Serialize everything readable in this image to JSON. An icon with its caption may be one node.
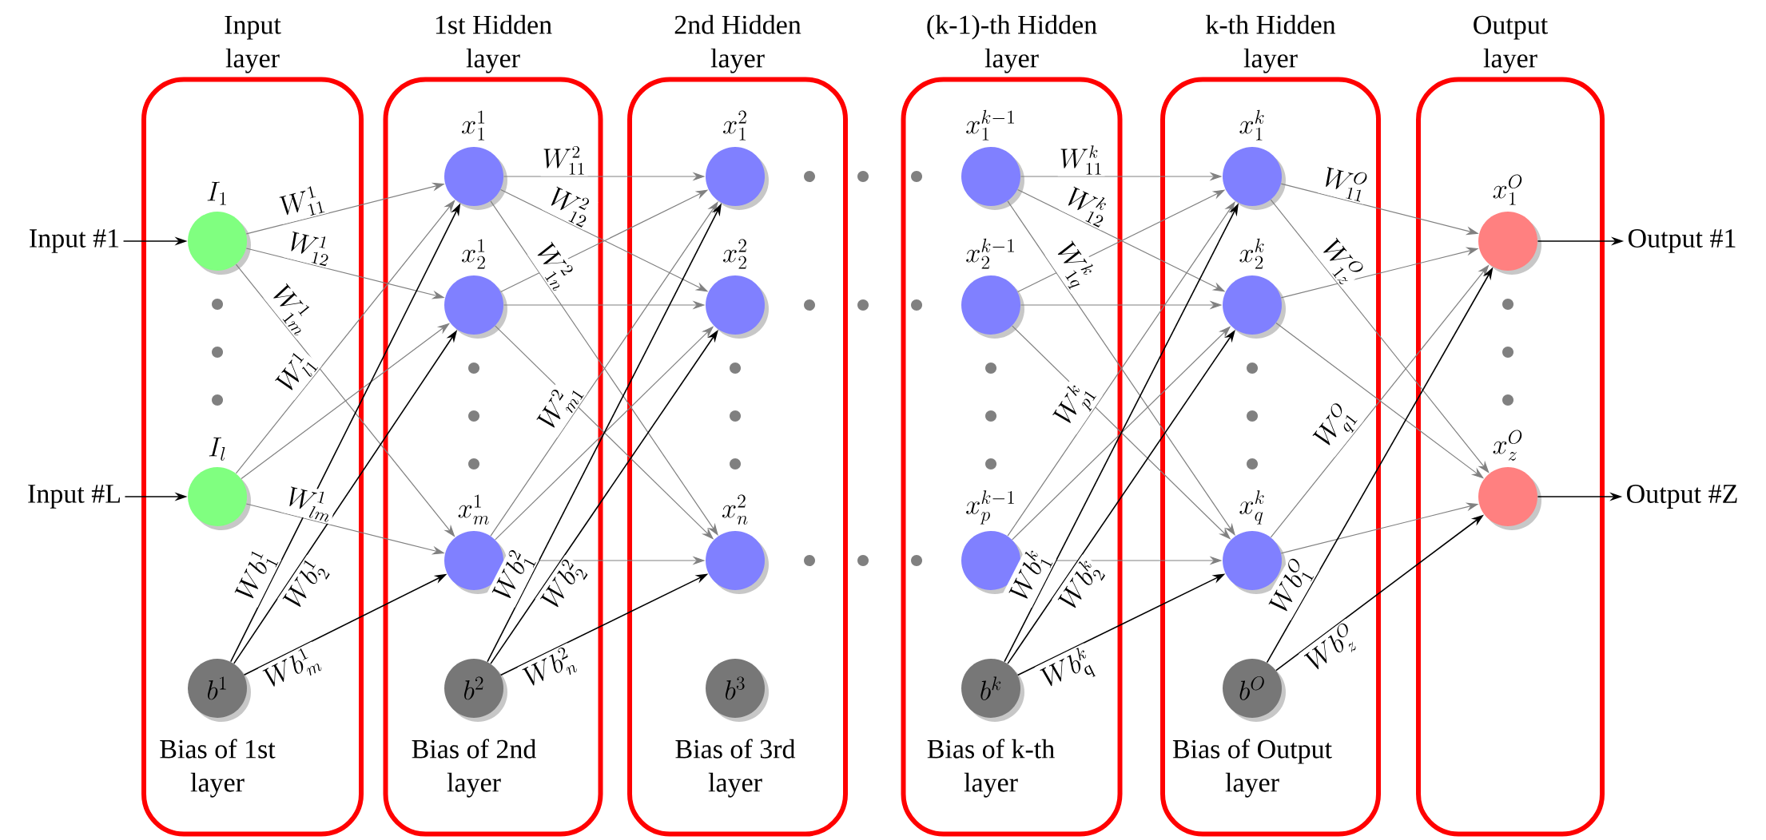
{
  "diagram": {
    "nodes": [
      {
        "text": [
          "Input layer"
        ]
      },
      {
        "text": [
          "1st Hidden layer"
        ]
      },
      {
        "text": [
          "2nd Hidden layer"
        ]
      },
      {
        "text": [
          "(k-1)-th Hidden layer"
        ]
      },
      {
        "text": [
          "k-th Hidden layer"
        ]
      },
      {
        "text": [
          "Output layer"
        ]
      },
      {
        "text": [
          "Input #1"
        ]
      },
      {
        "text": [
          "Input #L"
        ]
      },
      {
        "text": [
          "I_{1}"
        ],
        "in": 0
      },
      {
        "text": [
          "I_{l}"
        ],
        "in": 0
      },
      {
        "text": [
          "b^{1}"
        ],
        "in": 0,
        "beside": [
          "Bias of 1st layer"
        ]
      },
      {
        "text": [
          "x_{1}^{1}"
        ],
        "in": 1
      },
      {
        "text": [
          "x_{2}^{1}"
        ],
        "in": 1
      },
      {
        "text": [
          "x_{m}^{1}"
        ],
        "in": 1
      },
      {
        "text": [
          "b^{2}"
        ],
        "in": 1,
        "beside": [
          "Bias of 2nd layer"
        ]
      },
      {
        "text": [
          "x_{1}^{2}"
        ],
        "in": 2
      },
      {
        "text": [
          "x_{2}^{2}"
        ],
        "in": 2
      },
      {
        "text": [
          "x_{n}^{2}"
        ],
        "in": 2
      },
      {
        "text": [
          "b^{3}"
        ],
        "in": 2,
        "beside": [
          "Bias of 3rd layer"
        ]
      },
      {
        "text": [
          "x_{1}^{k-1}"
        ],
        "in": 3
      },
      {
        "text": [
          "x_{2}^{k-1}"
        ],
        "in": 3
      },
      {
        "text": [
          "x_{p}^{k-1}"
        ],
        "in": 3
      },
      {
        "text": [
          "b^{k}"
        ],
        "in": 3,
        "beside": [
          "Bias of k-th layer"
        ]
      },
      {
        "text": [
          "x_{1}^{k}"
        ],
        "in": 4
      },
      {
        "text": [
          "x_{2}^{k}"
        ],
        "in": 4
      },
      {
        "text": [
          "x_{q}^{k}"
        ],
        "in": 4
      },
      {
        "text": [
          "b^{O}"
        ],
        "in": 4,
        "beside": [
          "Bias of Output layer"
        ]
      },
      {
        "text": [
          "x_{1}^{O}"
        ],
        "in": 5
      },
      {
        "text": [
          "x_{z}^{O}"
        ],
        "in": 5
      },
      {
        "text": [
          "Output #1"
        ]
      },
      {
        "text": [
          "Output #Z"
        ]
      }
    ],
    "edges": [
      {
        "from": 6,
        "to": 8,
        "arrow": "to",
        "color": "#000000"
      },
      {
        "from": 7,
        "to": 9,
        "arrow": "to",
        "color": "#000000"
      },
      {
        "from": 8,
        "to": 11,
        "arrow": "to",
        "label": "W^{1}_{11}"
      },
      {
        "from": 8,
        "to": 12,
        "arrow": "to",
        "label": "W^{1}_{12}"
      },
      {
        "from": 8,
        "to": 13,
        "arrow": "to",
        "label": "W^{1}_{1m}"
      },
      {
        "from": 9,
        "to": 11,
        "arrow": "to",
        "label": "W^{1}_{l1}"
      },
      {
        "from": 9,
        "to": 12,
        "arrow": "to"
      },
      {
        "from": 9,
        "to": 13,
        "arrow": "to",
        "label": "W^{1}_{lm}"
      },
      {
        "from": 10,
        "to": 11,
        "arrow": "to",
        "label": "Wb^{1}_{1}",
        "color": "#000000"
      },
      {
        "from": 10,
        "to": 12,
        "arrow": "to",
        "label": "Wb^{1}_{2}",
        "color": "#000000"
      },
      {
        "from": 10,
        "to": 13,
        "arrow": "to",
        "label": "Wb^{1}_{m}",
        "color": "#000000"
      },
      {
        "from": 11,
        "to": 15,
        "arrow": "to",
        "label": "W^{2}_{11}"
      },
      {
        "from": 11,
        "to": 16,
        "arrow": "to",
        "label": "W^{2}_{12}"
      },
      {
        "from": 11,
        "to": 17,
        "arrow": "to",
        "label": "W^{2}_{1n}"
      },
      {
        "from": 12,
        "to": 15,
        "arrow": "to"
      },
      {
        "from": 12,
        "to": 16,
        "arrow": "to"
      },
      {
        "from": 12,
        "to": 17,
        "arrow": "to"
      },
      {
        "from": 13,
        "to": 15,
        "arrow": "to",
        "label": "W^{2}_{m1}"
      },
      {
        "from": 13,
        "to": 16,
        "arrow": "to"
      },
      {
        "from": 13,
        "to": 17,
        "arrow": "to"
      },
      {
        "from": 14,
        "to": 15,
        "arrow": "to",
        "label": "Wb^{2}_{1}",
        "color": "#000000"
      },
      {
        "from": 14,
        "to": 16,
        "arrow": "to",
        "label": "Wb^{2}_{2}",
        "color": "#000000"
      },
      {
        "from": 14,
        "to": 17,
        "arrow": "to",
        "label": "Wb^{2}_{n}",
        "color": "#000000"
      },
      {
        "from": 19,
        "to": 23,
        "arrow": "to",
        "label": "W^{k}_{11}"
      },
      {
        "from": 19,
        "to": 24,
        "arrow": "to",
        "label": "W^{k}_{12}"
      },
      {
        "from": 19,
        "to": 25,
        "arrow": "to",
        "label": "W^{k}_{1q}"
      },
      {
        "from": 20,
        "to": 23,
        "arrow": "to"
      },
      {
        "from": 20,
        "to": 24,
        "arrow": "to"
      },
      {
        "from": 20,
        "to": 25,
        "arrow": "to"
      },
      {
        "from": 21,
        "to": 23,
        "arrow": "to",
        "label": "W^{k}_{p1}"
      },
      {
        "from": 21,
        "to": 24,
        "arrow": "to"
      },
      {
        "from": 21,
        "to": 25,
        "arrow": "to"
      },
      {
        "from": 22,
        "to": 23,
        "arrow": "to",
        "label": "Wb^{k}_{1}",
        "color": "#000000"
      },
      {
        "from": 22,
        "to": 24,
        "arrow": "to",
        "label": "Wb^{k}_{2}",
        "color": "#000000"
      },
      {
        "from": 22,
        "to": 25,
        "arrow": "to",
        "label": "Wb^{k}_{\\mathrm{q}}",
        "color": "#000000"
      },
      {
        "from": 23,
        "to": 27,
        "arrow": "to",
        "label": "W^{O}_{11}"
      },
      {
        "from": 23,
        "to": 28,
        "arrow": "to",
        "label": "W^{O}_{1z}"
      },
      {
        "from": 24,
        "to": 27,
        "arrow": "to"
      },
      {
        "from": 24,
        "to": 28,
        "arrow": "to"
      },
      {
        "from": 25,
        "to": 27,
        "arrow": "to",
        "label": "W^{O}_{q1}"
      },
      {
        "from": 25,
        "to": 28,
        "arrow": "to"
      },
      {
        "from": 26,
        "to": 27,
        "arrow": "to",
        "label": "Wb^{O}_{1}",
        "color": "#000000"
      },
      {
        "from": 26,
        "to": 28,
        "arrow": "to",
        "label": "Wb^{O}_{z}",
        "color": "#000000"
      },
      {
        "from": 27,
        "to": 29,
        "arrow": "to",
        "color": "#000000"
      },
      {
        "from": 28,
        "to": 30,
        "arrow": "to",
        "color": "#000000"
      }
    ]
  }
}
